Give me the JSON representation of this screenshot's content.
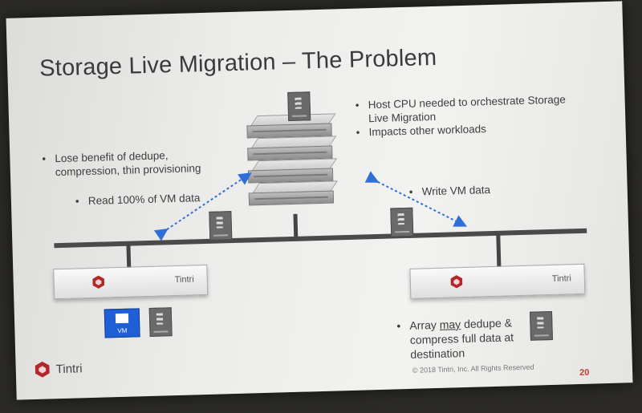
{
  "slide": {
    "title": "Storage Live Migration – The Problem",
    "host_bullets": [
      "Host CPU needed to orchestrate Storage Live Migration",
      "Impacts other workloads"
    ],
    "dedupe_bullet": [
      "Lose benefit of dedupe,",
      "compression, thin provisioning"
    ],
    "read_bullet": "Read 100% of VM data",
    "write_bullet": "Write VM data",
    "array_bullet": {
      "pre": "Array ",
      "emph": "may",
      "post": " dedupe & compress full data at destination"
    },
    "array_brand": "Tintri",
    "vm_label": "VM",
    "footer_brand": "Tintri",
    "copyright": "© 2018 Tintri, Inc. All Rights Reserved",
    "page_number": "20"
  },
  "icons": [
    "server-stack-icon",
    "data-file-icon",
    "vm-icon",
    "tintri-logo-icon"
  ],
  "colors": {
    "accent_red": "#c0392b",
    "vm_blue": "#1f5fd6",
    "arrow_blue": "#2f6fd8"
  }
}
